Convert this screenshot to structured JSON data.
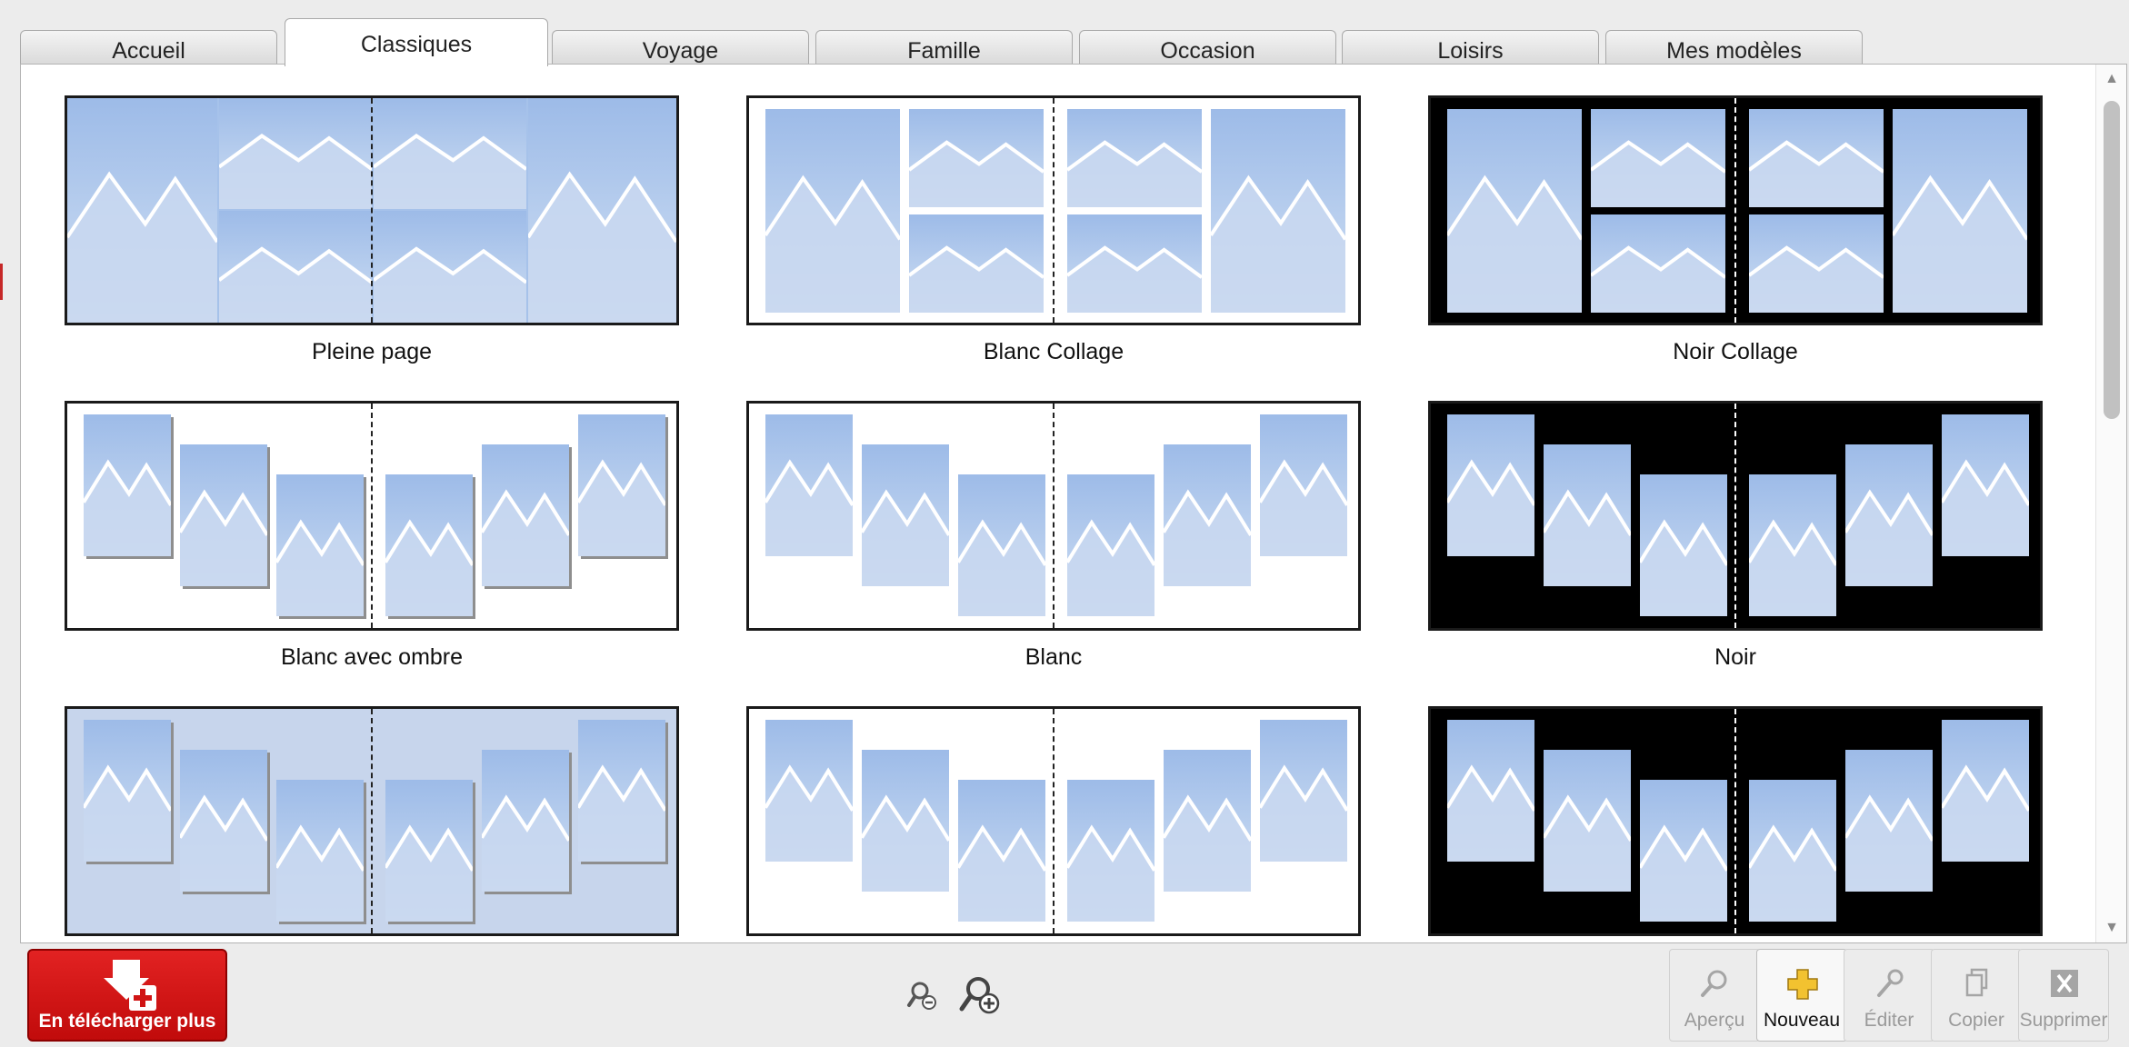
{
  "tabs": [
    {
      "label": "Accueil",
      "active": false
    },
    {
      "label": "Classiques",
      "active": true
    },
    {
      "label": "Voyage",
      "active": false
    },
    {
      "label": "Famille",
      "active": false
    },
    {
      "label": "Occasion",
      "active": false
    },
    {
      "label": "Loisirs",
      "active": false
    },
    {
      "label": "Mes modèles",
      "active": false
    }
  ],
  "templates": [
    {
      "label": "Pleine page",
      "style": "full"
    },
    {
      "label": "Blanc Collage",
      "style": "white-collage"
    },
    {
      "label": "Noir Collage",
      "style": "black-collage"
    },
    {
      "label": "Blanc avec ombre",
      "style": "white-shadow"
    },
    {
      "label": "Blanc",
      "style": "white"
    },
    {
      "label": "Noir",
      "style": "black"
    },
    {
      "label": "",
      "style": "blue"
    },
    {
      "label": "",
      "style": "white"
    },
    {
      "label": "",
      "style": "black"
    }
  ],
  "toolbar": {
    "download_label": "En télécharger plus",
    "zoom_out_icon": "zoom-out-icon",
    "zoom_in_icon": "zoom-in-icon",
    "buttons": [
      {
        "label": "Aperçu",
        "icon": "magnifier-icon",
        "enabled": false
      },
      {
        "label": "Nouveau",
        "icon": "plus-icon",
        "enabled": true
      },
      {
        "label": "Éditer",
        "icon": "wrench-icon",
        "enabled": false
      },
      {
        "label": "Copier",
        "icon": "copy-icon",
        "enabled": false
      },
      {
        "label": "Supprimer",
        "icon": "delete-icon",
        "enabled": false
      }
    ]
  },
  "colors": {
    "accent_red": "#d01414",
    "photo_blue": "#a6c2ea",
    "page_blue": "#c7d5ec"
  }
}
